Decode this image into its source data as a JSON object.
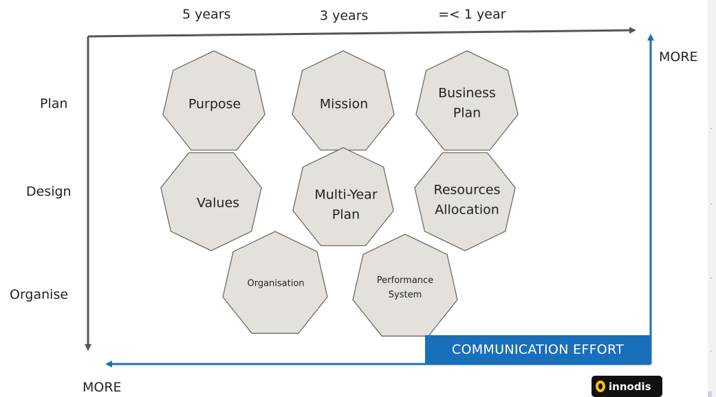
{
  "columns": [
    "5 years",
    "3 years",
    "=< 1 year"
  ],
  "rows": [
    "Plan",
    "Design",
    "Organise"
  ],
  "axes": {
    "top_right_label": "MORE",
    "bottom_left_label": "MORE",
    "communication_label": "COMMUNICATION EFFORT",
    "arrow_gray": "#555555",
    "arrow_blue": "#1a6fba"
  },
  "shapes": {
    "fill": "#e4e1dc",
    "stroke": "#6e6a66",
    "purpose": "Purpose",
    "mission": "Mission",
    "business_plan_1": "Business",
    "business_plan_2": "Plan",
    "values": "Values",
    "multi_year_plan_1": "Multi-Year",
    "multi_year_plan_2": "Plan",
    "resources_allocation_1": "Resources",
    "resources_allocation_2": "Allocation",
    "organisation": "Organisation",
    "performance_system_1": "Performance",
    "performance_system_2": "System"
  },
  "logo": {
    "text": "innodis",
    "ring_color": "#f4c20d"
  }
}
